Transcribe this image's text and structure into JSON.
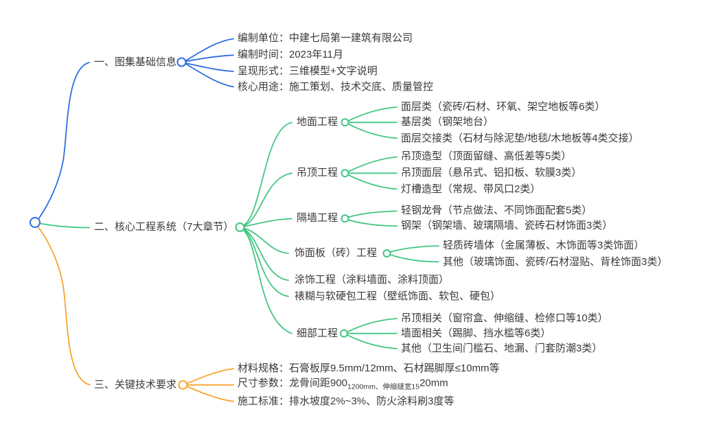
{
  "colors": {
    "blue": "#2c6ee2",
    "green": "#42c682",
    "orange": "#f9a42e",
    "text": "#3a3a3a",
    "background": "#ffffff"
  },
  "b1": {
    "label": "一、图集基础信息",
    "items": [
      "编制单位：中建七局第一建筑有限公司",
      "编制时间：2023年11月",
      "呈现形式：三维模型+文字说明",
      "核心用途：施工策划、技术交底、质量管控"
    ]
  },
  "b2": {
    "label": "二、核心工程系统（7大章节）",
    "groups": [
      {
        "label": "地面工程",
        "items": [
          "面层类（瓷砖/石材、环氧、架空地板等6类）",
          "基层类（钢架地台）",
          "面层交接类（石材与除泥垫/地毯/木地板等4类交接）"
        ]
      },
      {
        "label": "吊顶工程",
        "items": [
          "吊顶造型（顶面留缝、高低差等5类）",
          "吊顶面层（悬吊式、铝扣板、软膜3类）",
          "灯槽造型（常规、带风口2类）"
        ]
      },
      {
        "label": "隔墙工程",
        "items": [
          "轻钢龙骨（节点做法、不同饰面配套5类）",
          "钢架（钢架墙、玻璃隔墙、瓷砖石材饰面3类）"
        ]
      },
      {
        "label": "饰面板（砖）工程",
        "items": [
          "轻质砖墙体（金属薄板、木饰面等3类饰面）",
          "其他（玻璃饰面、瓷砖/石材湿贴、背栓饰面3类）"
        ]
      },
      {
        "label": "涂饰工程（涂料墙面、涂料顶面）",
        "items": []
      },
      {
        "label": "裱糊与软硬包工程（壁纸饰面、软包、硬包）",
        "items": []
      },
      {
        "label": "细部工程",
        "items": [
          "吊顶相关（窗帘盒、伸缩缝、检修口等10类）",
          "墙面相关（踢脚、挡水槛等6类）",
          "其他（卫生间门槛石、地漏、门套防潮3类）"
        ]
      }
    ]
  },
  "b3": {
    "label": "三、关键技术要求",
    "items": [
      {
        "text": "材料规格：石膏板厚9.5mm/12mm、石材踢脚厚≤10mm等"
      },
      {
        "prefix": "尺寸参数：龙骨间距900",
        "sub": "1200mm、伸缩缝宽15",
        "suffix": "20mm"
      },
      {
        "text": "施工标准：排水坡度2%~3%、防火涂料刷3度等"
      }
    ]
  }
}
